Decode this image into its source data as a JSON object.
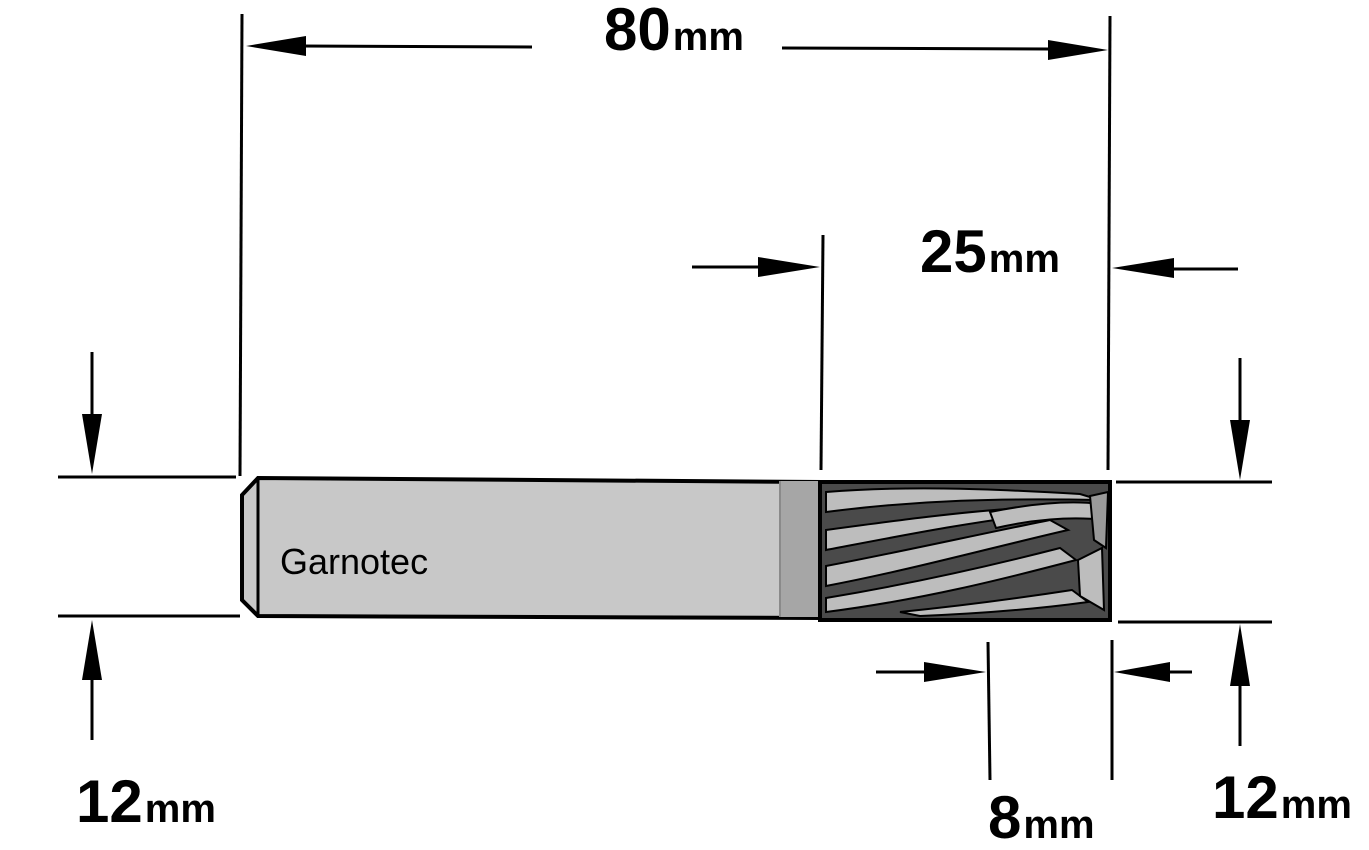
{
  "drawing": {
    "brand_label": "Garnotec",
    "dimensions": {
      "overall_length": {
        "value": "80",
        "unit": "mm"
      },
      "cutting_length": {
        "value": "25",
        "unit": "mm"
      },
      "shank_diameter": {
        "value": "12",
        "unit": "mm"
      },
      "cutting_diameter": {
        "value": "12",
        "unit": "mm"
      },
      "tip_width": {
        "value": "8",
        "unit": "mm"
      }
    },
    "colors": {
      "shank": "#c8c8c8",
      "shank_ring": "#a6a6a6",
      "flute_dark": "#4a4a4a",
      "flute_light": "#bdbdbd",
      "outline": "#000000"
    }
  }
}
